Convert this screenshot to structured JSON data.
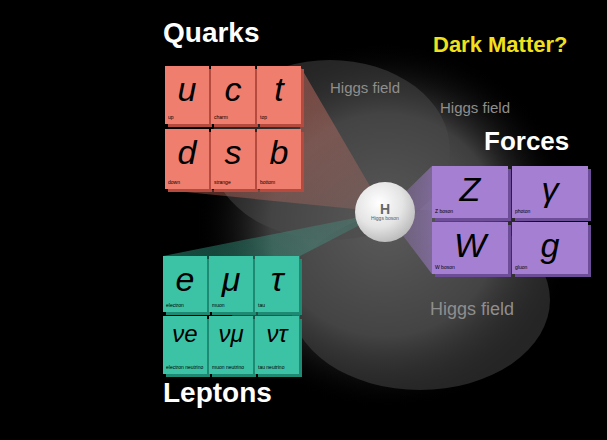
{
  "diagram": {
    "nodes": [
      {
        "text": [
          "u",
          "up"
        ]
      },
      {
        "text": [
          "c",
          "charm"
        ]
      },
      {
        "text": [
          "t",
          "top"
        ]
      },
      {
        "text": [
          "d",
          "down"
        ]
      },
      {
        "text": [
          "s",
          "strange"
        ]
      },
      {
        "text": [
          "b",
          "bottom"
        ]
      },
      {
        "text": [
          "H",
          "Higgs boson"
        ]
      },
      {
        "text": [
          "Z",
          "Z boson"
        ]
      },
      {
        "text": [
          "γ",
          "photon"
        ]
      },
      {
        "text": [
          "W",
          "W boson"
        ]
      },
      {
        "text": [
          "g",
          "gluon"
        ]
      },
      {
        "text": [
          "e",
          "electron"
        ]
      },
      {
        "text": [
          "μ",
          "muon"
        ]
      },
      {
        "text": [
          "τ",
          "tau"
        ]
      },
      {
        "text": [
          "νe",
          "electron neutrino"
        ]
      },
      {
        "text": [
          "νμ",
          "muon neutrino"
        ]
      },
      {
        "text": [
          "ντ",
          "tau neutrino"
        ]
      }
    ],
    "labels": [
      "Quarks",
      "Dark Matter?",
      "Forces",
      "Leptons",
      "Higgs field",
      "Higgs field",
      "Higgs field"
    ]
  }
}
